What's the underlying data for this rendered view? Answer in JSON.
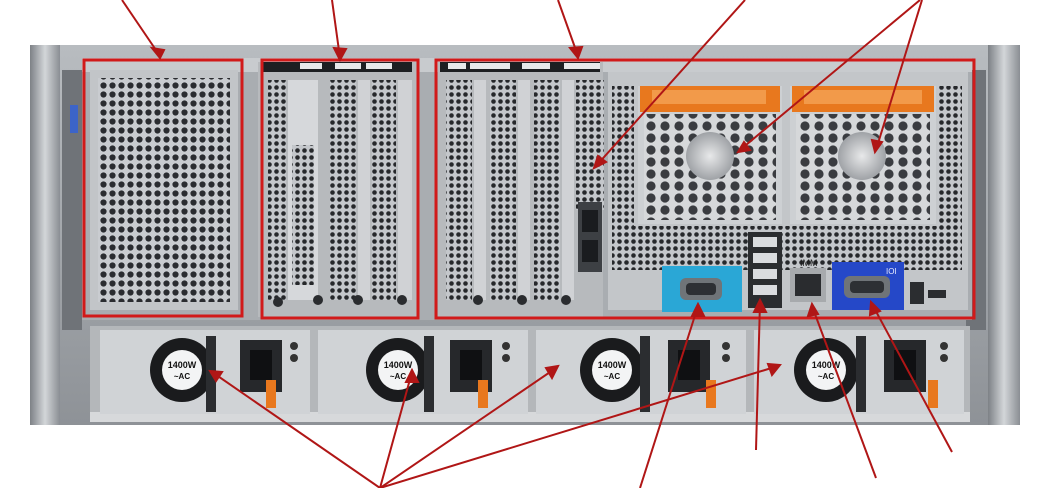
{
  "psu_labels": [
    {
      "watts": "1400W",
      "ac": "~AC"
    },
    {
      "watts": "1400W",
      "ac": "~AC"
    },
    {
      "watts": "1400W",
      "ac": "~AC"
    },
    {
      "watts": "1400W",
      "ac": "~AC"
    }
  ],
  "ports": {
    "imm_label": "IMM",
    "io_label": "IOI"
  },
  "colors": {
    "highlight_box": "#d11a1a",
    "callout_line": "#b01616",
    "chassis": "#9a9ea3",
    "fan_orange": "#e8781e",
    "serial_port": "#2aa7d6",
    "vga_port": "#2548c8"
  }
}
